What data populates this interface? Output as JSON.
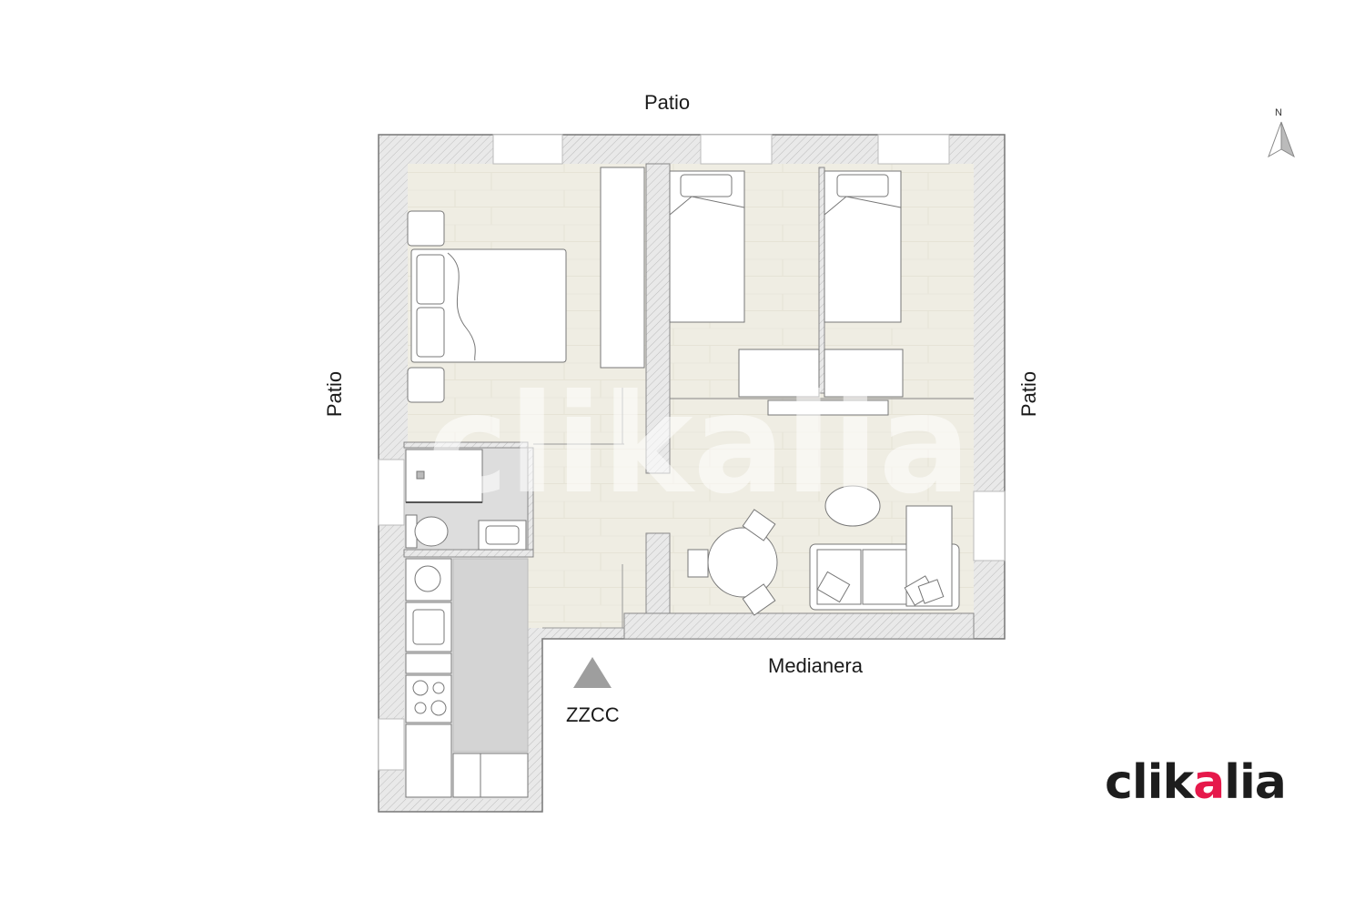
{
  "labels": {
    "top": "Patio",
    "left": "Patio",
    "right": "Patio",
    "bottom": "Medianera",
    "entrance": "ZZCC"
  },
  "compass": {
    "north": "N"
  },
  "brand": {
    "prefix": "clik",
    "accent_letter": "a",
    "suffix": "lia",
    "accent_color": "#e6194b"
  },
  "watermark": "clikalia",
  "colors": {
    "floor": "#efede3",
    "wall": "#e5e5e5",
    "wet_area": "#d7d7d7",
    "furniture": "#ffffff",
    "outline": "#666666"
  }
}
